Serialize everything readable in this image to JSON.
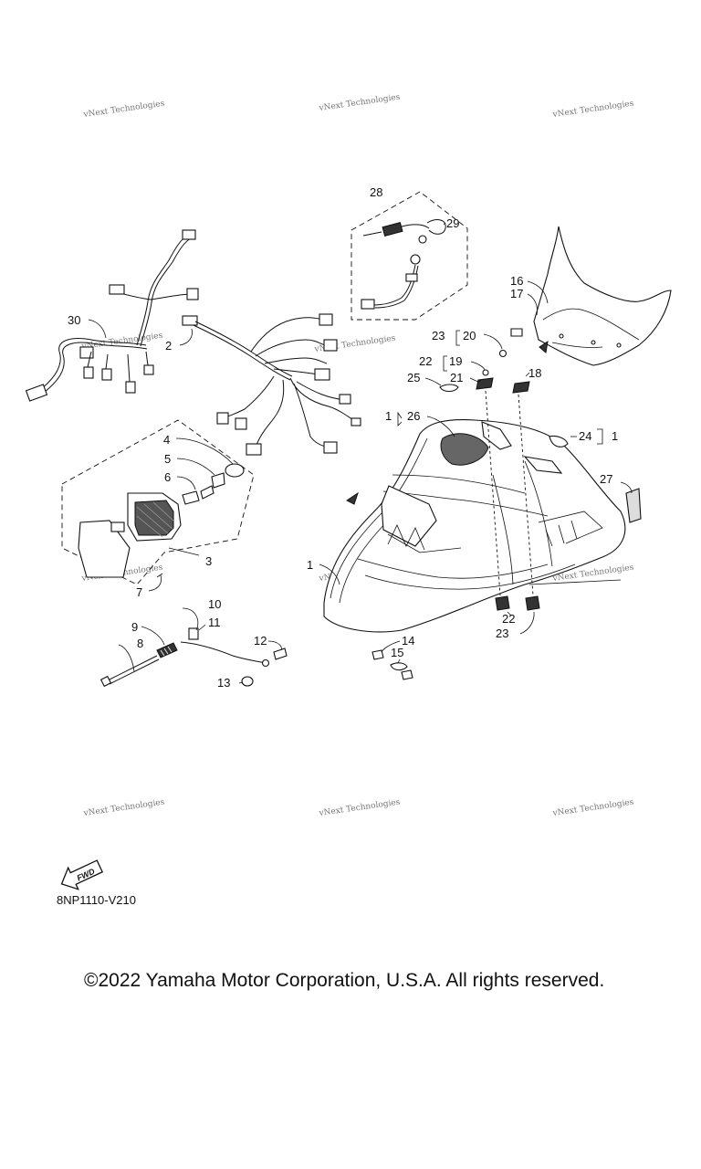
{
  "watermark": {
    "text": "vNext Technologies"
  },
  "callouts": {
    "c1": "1",
    "c1b": "1",
    "c2": "2",
    "c3": "3",
    "c4": "4",
    "c5": "5",
    "c6": "6",
    "c7": "7",
    "c8": "8",
    "c9": "9",
    "c10": "10",
    "c11": "11",
    "c12": "12",
    "c13": "13",
    "c14": "14",
    "c15": "15",
    "c16": "16",
    "c17": "17",
    "c18": "18",
    "c19": "19",
    "c20": "20",
    "c21": "21",
    "c22a": "22",
    "c22b": "22",
    "c23a": "23",
    "c23b": "23",
    "c24": "24",
    "c25": "25",
    "c26": "26",
    "c27": "27",
    "c28": "28",
    "c29": "29",
    "c30": "30",
    "c1c": "1"
  },
  "fwd_label": "FWD",
  "diagram_code": "8NP1110-V210",
  "copyright": "©2022 Yamaha Motor Corporation, U.S.A. All rights reserved."
}
